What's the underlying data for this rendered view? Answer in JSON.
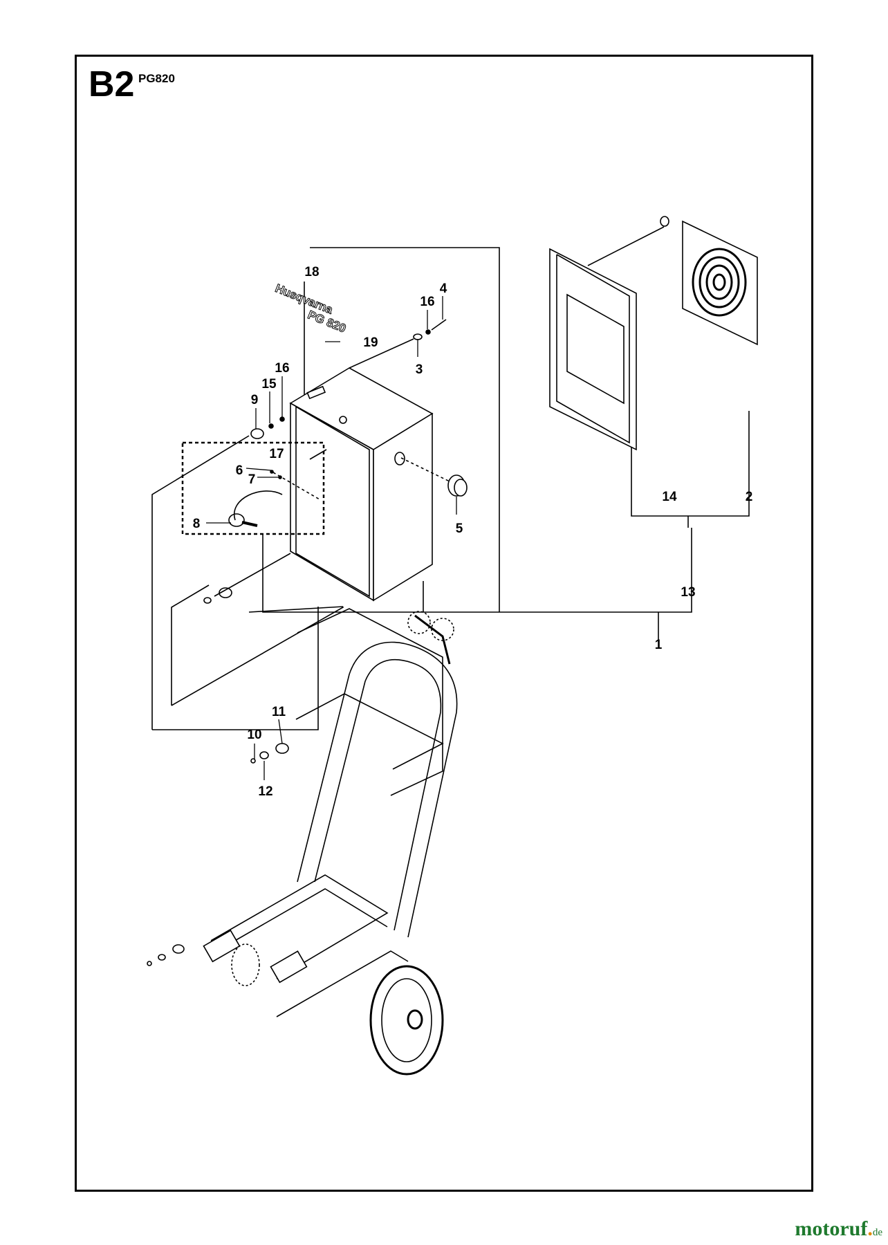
{
  "header": {
    "section_code": "B2",
    "model_code": "PG820"
  },
  "decal": {
    "brand": "Husqvarna",
    "model": "PG 820"
  },
  "watermark": {
    "name": "motoruf",
    "dot": ".",
    "tld": "de"
  },
  "callouts": [
    "1",
    "2",
    "3",
    "4",
    "5",
    "6",
    "7",
    "8",
    "9",
    "10",
    "11",
    "12",
    "13",
    "14",
    "15",
    "16",
    "16",
    "17",
    "18",
    "19"
  ]
}
